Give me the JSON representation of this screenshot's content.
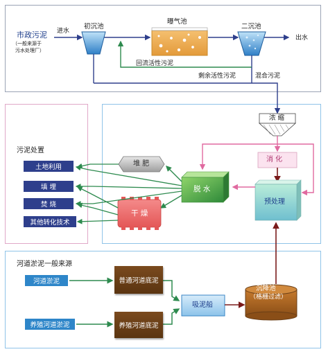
{
  "top": {
    "source_line1": "市政污泥",
    "source_line2": "（一般来源于",
    "source_line3": "污水处理厂）",
    "inflow": "进水",
    "primary_tank": "初沉池",
    "aeration_tank": "曝气池",
    "secondary_tank": "二沉池",
    "outflow": "出水",
    "return_sludge": "回流活性污泥",
    "excess_sludge": "剩余活性污泥",
    "mixed_sludge": "混合污泥"
  },
  "middle": {
    "thicken": "浓 缩",
    "digest": "消 化",
    "pretreat": "预处理",
    "dewater": "脱 水",
    "compost": "堆 肥",
    "dry": "干 燥",
    "disposal_title": "污泥处置",
    "disposal_items": [
      "土地利用",
      "填 埋",
      "焚 烧",
      "其他转化技术"
    ]
  },
  "bottom": {
    "title": "河道淤泥一般来源",
    "source1": "河道淤泥",
    "source2": "养殖河道淤泥",
    "sediment1": "普通河道底泥",
    "sediment2": "养殖河道底泥",
    "dredger": "吸泥船",
    "settle_line1": "沉降池",
    "settle_line2": "（格栅过滤）"
  },
  "colors": {
    "navy": "#2e3f8c",
    "water_blue": "#2e86c9",
    "green": "#2d8a4e",
    "pink": "#e06aa0",
    "dark_red": "#7a1a1a",
    "brown": "#6b3f17"
  }
}
